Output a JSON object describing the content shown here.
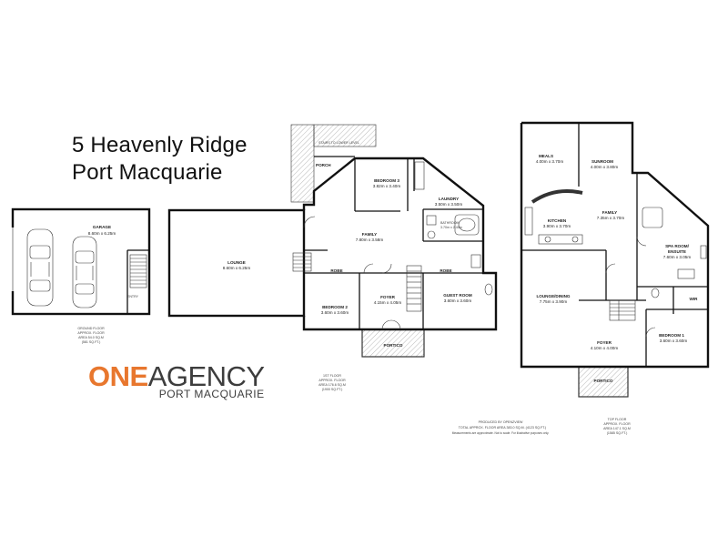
{
  "address": {
    "line1": "5 Heavenly Ridge",
    "line2": "Port Macquarie"
  },
  "logo": {
    "one": "ONE",
    "agency": "AGENCY",
    "sub": "PORT MACQUARIE",
    "accent_color": "#e8772e",
    "text_color": "#3d3d3d"
  },
  "ground_floor": {
    "garage_name": "GARAGE",
    "garage_size": "8.60m x 6.25m",
    "entry": "ENTRY",
    "note": [
      "GROUND FLOOR",
      "APPROX. FLOOR",
      "AREA 54.0 SQ.M",
      "(581 SQ.FT.)"
    ]
  },
  "first_floor": {
    "stairs_label": "STAIRS TO LOWER LEVEL",
    "porch": "PORCH",
    "bedroom3_name": "BEDROOM 3",
    "bedroom3_size": "3.82m x 3.40m",
    "laundry_name": "LAUNDRY",
    "laundry_size": "3.50m x 3.50m",
    "bathroom_name": "BATHROOM",
    "bathroom_size": "3.70m x 2.40m",
    "family_name": "FAMILY",
    "family_size": "7.80m x 3.58m",
    "lounge_name": "LOUNGE",
    "lounge_size": "8.60m x 6.25m",
    "robe_left": "ROBE",
    "robe_right": "ROBE",
    "bedroom2_name": "BEDROOM 2",
    "bedroom2_size": "3.60m x 3.60m",
    "foyer_name": "FOYER",
    "foyer_size": "4.15m x 4.05m",
    "guest_name": "GUEST ROOM",
    "guest_size": "3.60m x 3.60m",
    "portico": "PORTICO",
    "note": [
      "1ST FLOOR",
      "APPROX. FLOOR",
      "AREA 176.6 SQ.M",
      "(1900 SQ.FT.)"
    ]
  },
  "top_floor": {
    "meals_name": "MEALS",
    "meals_size": "4.00m x 3.70m",
    "sunroom_name": "SUNROOM",
    "sunroom_size": "4.00m x 3.80m",
    "family_name": "FAMILY",
    "family_size": "7.35m x 3.70m",
    "kitchen_name": "KITCHEN",
    "kitchen_size": "3.90m x 3.70m",
    "spa_name1": "SPA ROOM/",
    "spa_name2": "ENSUITE",
    "spa_size": "7.60m x 3.05m",
    "lounge_name": "LOUNGE/DINING",
    "lounge_size": "7.75m x 3.90m",
    "wir": "WIR",
    "foyer_name": "FOYER",
    "foyer_size": "4.10m x 4.00m",
    "bedroom1_name": "BEDROOM 1",
    "bedroom1_size": "3.60m x 3.60m",
    "portico": "PORTICO",
    "note": [
      "TOP FLOOR",
      "APPROX. FLOOR",
      "AREA 147.1 SQ.M",
      "(1585 SQ.FT.)"
    ]
  },
  "footer": {
    "produced": "PRODUCED BY OPENZVIEW",
    "total": "TOTAL APPROX. FLOOR AREA 383.0 SQ.M. (4123 SQ.FT.)",
    "disclaimer": "Measurements are approximate. Not to scale. For illustrative purposes only."
  }
}
